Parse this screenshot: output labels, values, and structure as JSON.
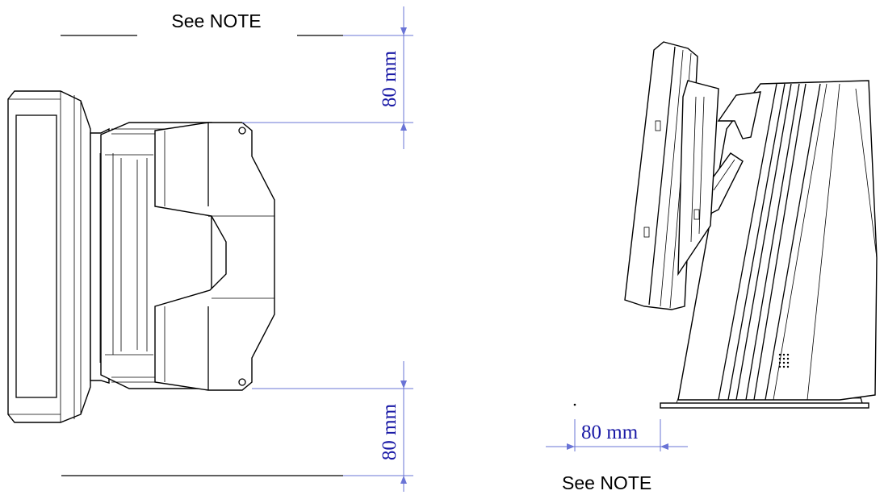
{
  "notes": {
    "top_note": "See NOTE",
    "bottom_right_note": "See NOTE"
  },
  "dimensions": {
    "top_clearance": "80 mm",
    "bottom_clearance": "80 mm",
    "rear_clearance": "80 mm"
  },
  "colors": {
    "dimension_line": "#6a74d6",
    "dimension_text": "#1a1aa6",
    "outline": "#000000"
  }
}
